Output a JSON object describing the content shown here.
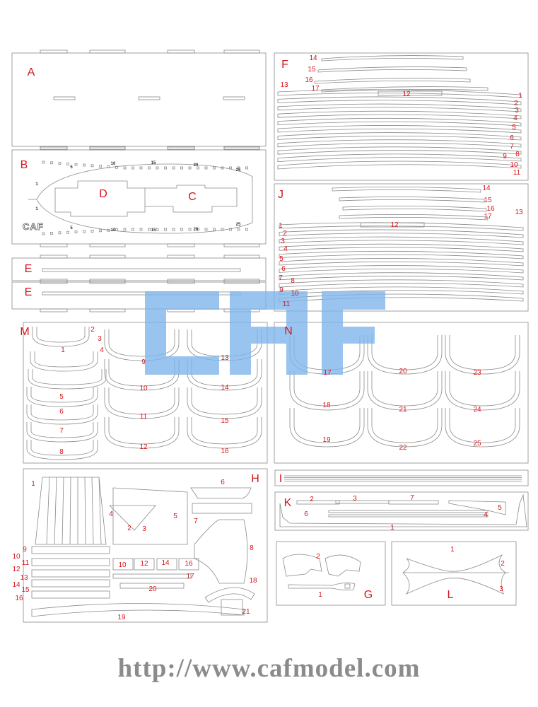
{
  "sheet_letters": {
    "A": "A",
    "B": "B",
    "C": "C",
    "D": "D",
    "E1": "E",
    "E2": "E",
    "F": "F",
    "J": "J",
    "M": "M",
    "N": "N",
    "H": "H",
    "I": "I",
    "K": "K",
    "G": "G",
    "L": "L"
  },
  "b_ticks": [
    "5",
    "10",
    "15",
    "20",
    "25",
    "1",
    "1",
    "5",
    "10",
    "15",
    "20",
    "25"
  ],
  "b_logo": "CAF",
  "F_parts": [
    "14",
    "15",
    "16",
    "17",
    "13",
    "12",
    "1",
    "2",
    "3",
    "4",
    "5",
    "6",
    "7",
    "8",
    "9",
    "10",
    "11"
  ],
  "J_parts": [
    "14",
    "15",
    "16",
    "17",
    "13",
    "12",
    "1",
    "2",
    "3",
    "4",
    "5",
    "6",
    "7",
    "8",
    "9",
    "10",
    "11"
  ],
  "M_parts": [
    "1",
    "2",
    "3",
    "4",
    "5",
    "6",
    "7",
    "8",
    "9",
    "10",
    "11",
    "12",
    "13",
    "14",
    "15",
    "16"
  ],
  "N_parts": [
    "17",
    "18",
    "19",
    "20",
    "21",
    "22",
    "23",
    "24",
    "25"
  ],
  "H_parts": [
    "6",
    "1",
    "4",
    "5",
    "2",
    "3",
    "7",
    "8",
    "9",
    "10",
    "11",
    "12",
    "13",
    "14",
    "15",
    "16",
    "10",
    "12",
    "14",
    "16",
    "17",
    "18",
    "20",
    "19",
    "21"
  ],
  "K_parts": [
    "2",
    "3",
    "7",
    "5",
    "6",
    "4",
    "1"
  ],
  "G_parts": [
    "2",
    "1"
  ],
  "L_parts": [
    "1",
    "2",
    "3"
  ],
  "watermark": {
    "logo": "CAF",
    "url": "http://www.cafmodel.com"
  },
  "colors": {
    "label": "#d4161c",
    "outline": "#8a8a8a",
    "watermark_blue": "#7fb6ec"
  }
}
